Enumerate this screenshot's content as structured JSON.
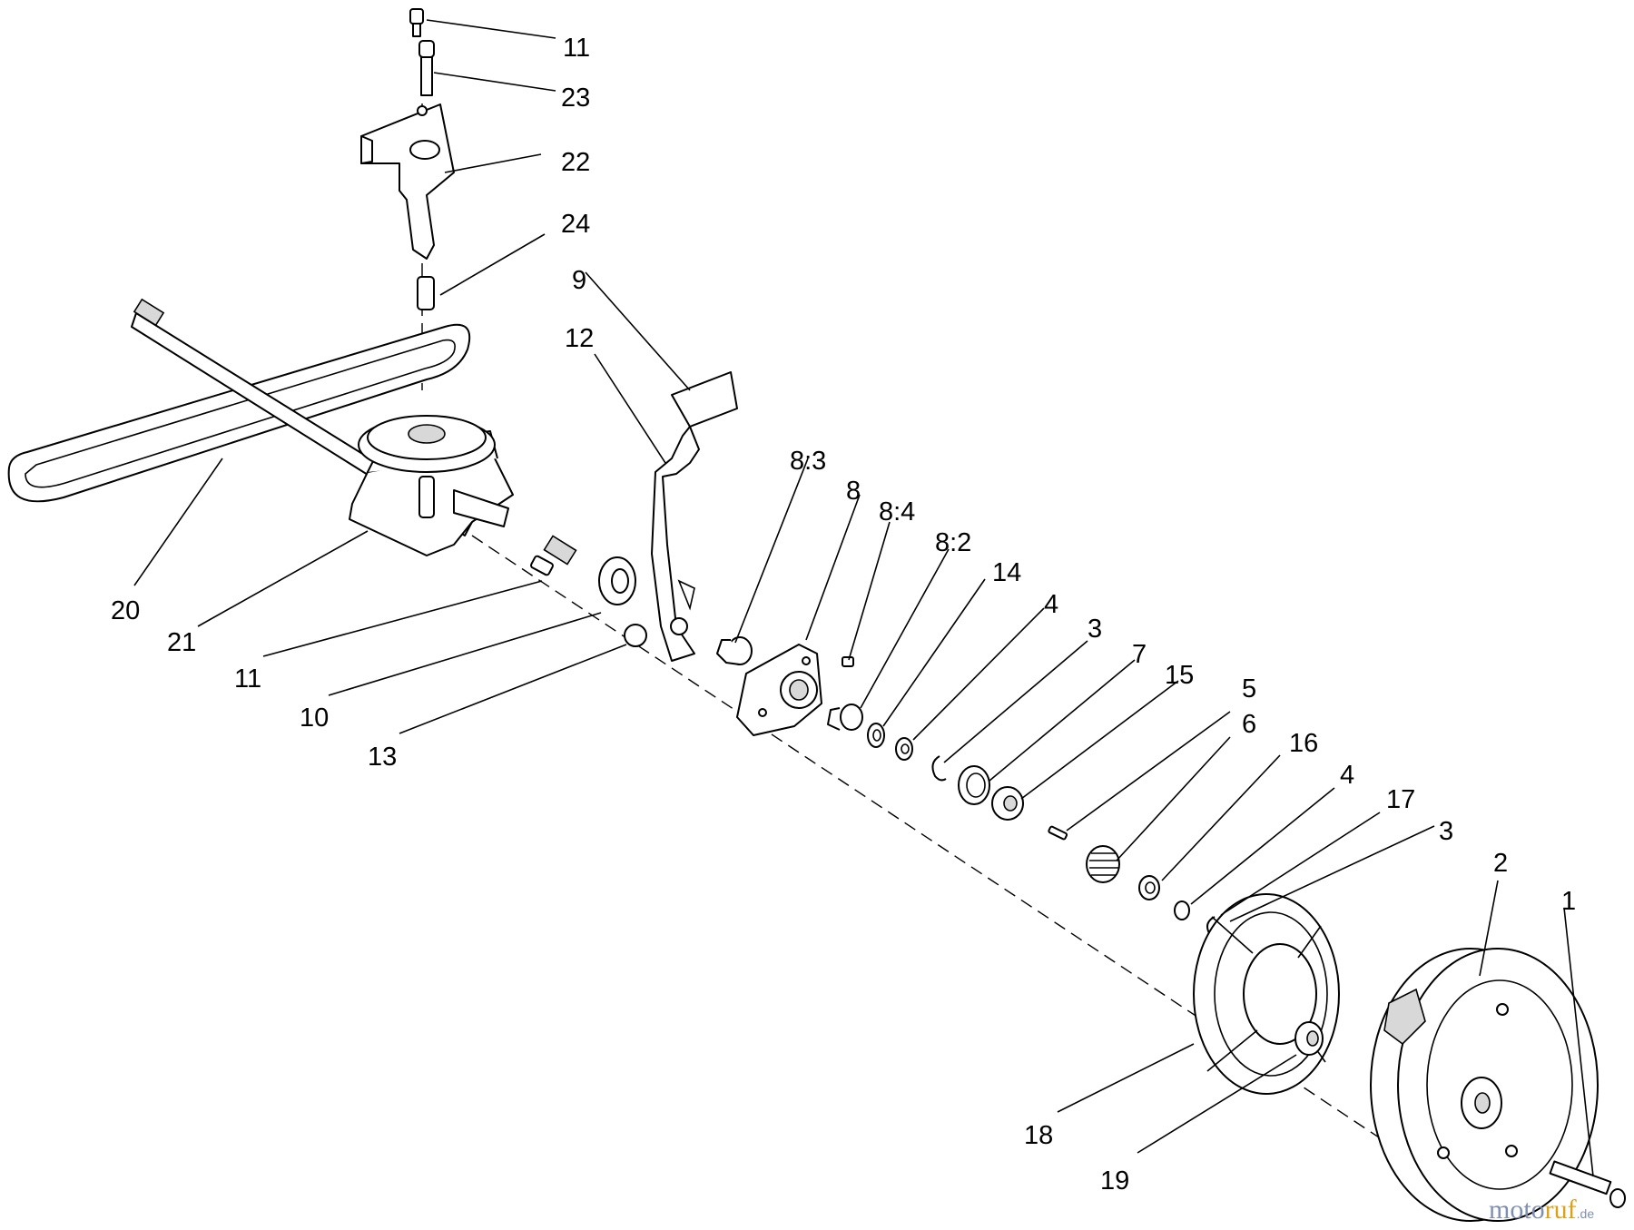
{
  "callouts": [
    {
      "label": "11"
    },
    {
      "label": "23"
    },
    {
      "label": "22"
    },
    {
      "label": "24"
    },
    {
      "label": "9"
    },
    {
      "label": "12"
    },
    {
      "label": "8:3"
    },
    {
      "label": "8"
    },
    {
      "label": "8:4"
    },
    {
      "label": "8:2"
    },
    {
      "label": "14"
    },
    {
      "label": "4"
    },
    {
      "label": "3"
    },
    {
      "label": "7"
    },
    {
      "label": "15"
    },
    {
      "label": "5"
    },
    {
      "label": "6"
    },
    {
      "label": "16"
    },
    {
      "label": "4"
    },
    {
      "label": "17"
    },
    {
      "label": "3"
    },
    {
      "label": "2"
    },
    {
      "label": "1"
    },
    {
      "label": "20"
    },
    {
      "label": "21"
    },
    {
      "label": "11"
    },
    {
      "label": "10"
    },
    {
      "label": "13"
    },
    {
      "label": "18"
    },
    {
      "label": "19"
    }
  ],
  "watermark": {
    "part1": "moto",
    "part2": "ruf",
    "part3": ".de"
  },
  "colors": {
    "line": "#000000",
    "watermark_blue": "#7f8fb0",
    "watermark_gold": "#d9a21b"
  }
}
